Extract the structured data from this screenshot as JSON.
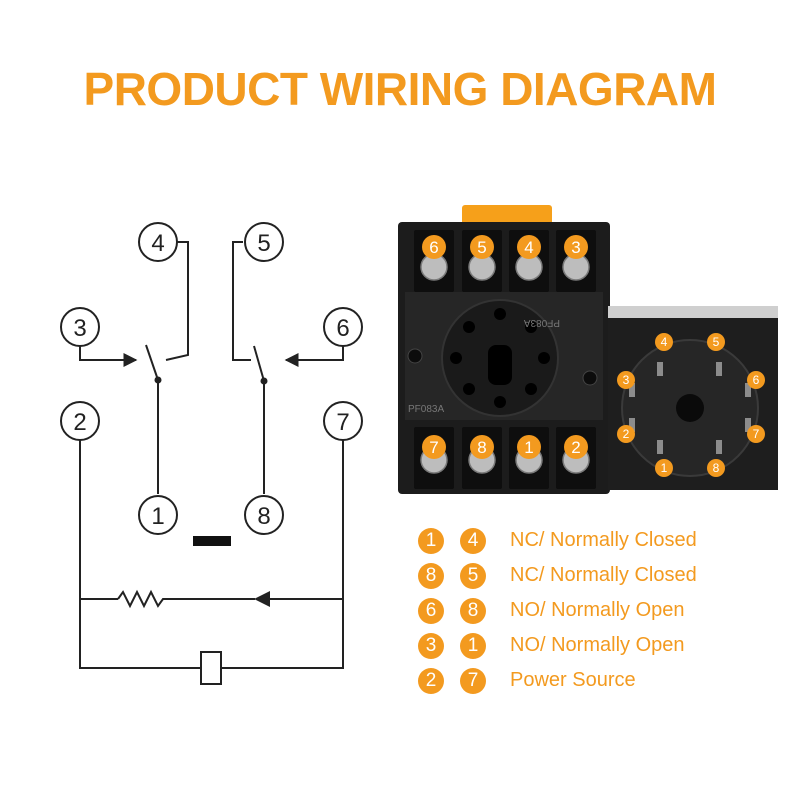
{
  "title": "PRODUCT WIRING DIAGRAM",
  "colors": {
    "accent": "#f39a1f",
    "line": "#222222",
    "socket_body": "#1c1c1c",
    "socket_face": "#2a2a2a",
    "screw": "#bdbdbd",
    "orange_tab": "#f6a01a",
    "text_dark": "#333333"
  },
  "schematic": {
    "terminals": [
      "4",
      "5",
      "3",
      "6",
      "2",
      "7",
      "1",
      "8"
    ]
  },
  "socket": {
    "top_terminals": [
      "6",
      "5",
      "4",
      "3"
    ],
    "bottom_terminals": [
      "7",
      "8",
      "1",
      "2"
    ],
    "model_mark": "PF083A",
    "model_mark_rotated": "PF083A",
    "pin_labels": [
      "4",
      "5",
      "3",
      "6",
      "2",
      "7",
      "1",
      "8"
    ]
  },
  "legend": [
    {
      "a": "1",
      "b": "4",
      "text": "NC/ Normally Closed"
    },
    {
      "a": "8",
      "b": "5",
      "text": "NC/ Normally Closed"
    },
    {
      "a": "6",
      "b": "8",
      "text": "NO/ Normally Open"
    },
    {
      "a": "3",
      "b": "1",
      "text": "NO/ Normally Open"
    },
    {
      "a": "2",
      "b": "7",
      "text": "Power Source"
    }
  ]
}
